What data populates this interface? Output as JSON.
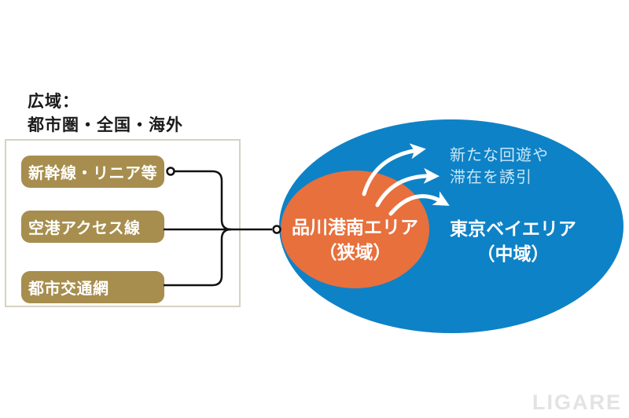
{
  "colors": {
    "blue_ellipse": "#0e82c6",
    "orange_ellipse": "#e7703d",
    "gold_pill": "#a78e4e",
    "box_border": "#d6d2c0",
    "connector_line": "#111111",
    "annotation_text": "#cbe7f7",
    "watermark_gray": "#e3e3e5"
  },
  "wide_area": {
    "heading_line1": "広域：",
    "heading_line2": "都市圏・全国・海外",
    "items": [
      {
        "label": "新幹線・リニア等"
      },
      {
        "label": "空港アクセス線"
      },
      {
        "label": "都市交通網"
      }
    ]
  },
  "areas": {
    "narrow": {
      "name": "品川港南エリア",
      "scope": "（狭域）"
    },
    "mid": {
      "name": "東京ベイエリア",
      "scope": "（中域）"
    }
  },
  "annotation": {
    "line1": "新たな回遊や",
    "line2": "滞在を誘引"
  },
  "watermark": {
    "text": "LIGARE"
  }
}
